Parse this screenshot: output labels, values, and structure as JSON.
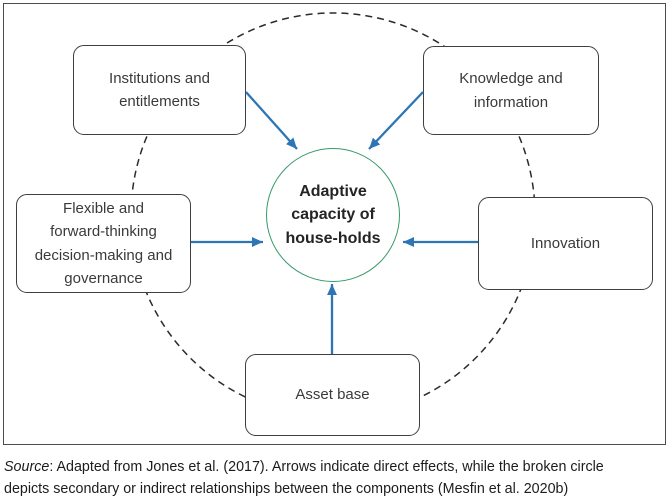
{
  "figure": {
    "center": {
      "label": "Adaptive capacity of house-holds"
    },
    "nodes": [
      {
        "id": "institutions",
        "label": "Institutions and entitlements"
      },
      {
        "id": "knowledge",
        "label": "Knowledge and information"
      },
      {
        "id": "flexible",
        "label": "Flexible and forward-thinking decision-making and governance"
      },
      {
        "id": "innovation",
        "label": "Innovation"
      },
      {
        "id": "asset",
        "label": "Asset base"
      }
    ],
    "relationships": {
      "direct": "arrows from each component into the central circle",
      "indirect": "broken (dashed) circle linking the five components"
    },
    "colors": {
      "arrow": "#2e75b6",
      "center_ring": "#37996b",
      "box_border": "#3f3f3f",
      "dashed_circle": "#2b2b2b",
      "frame_border": "#4d4d4d"
    }
  },
  "caption": {
    "source_label": "Source",
    "line1_rest": ": Adapted from Jones et al. (2017). Arrows indicate direct effects, while the broken circle",
    "line2": "depicts secondary or indirect relationships between the components (Mesfin et al. 2020b)"
  }
}
